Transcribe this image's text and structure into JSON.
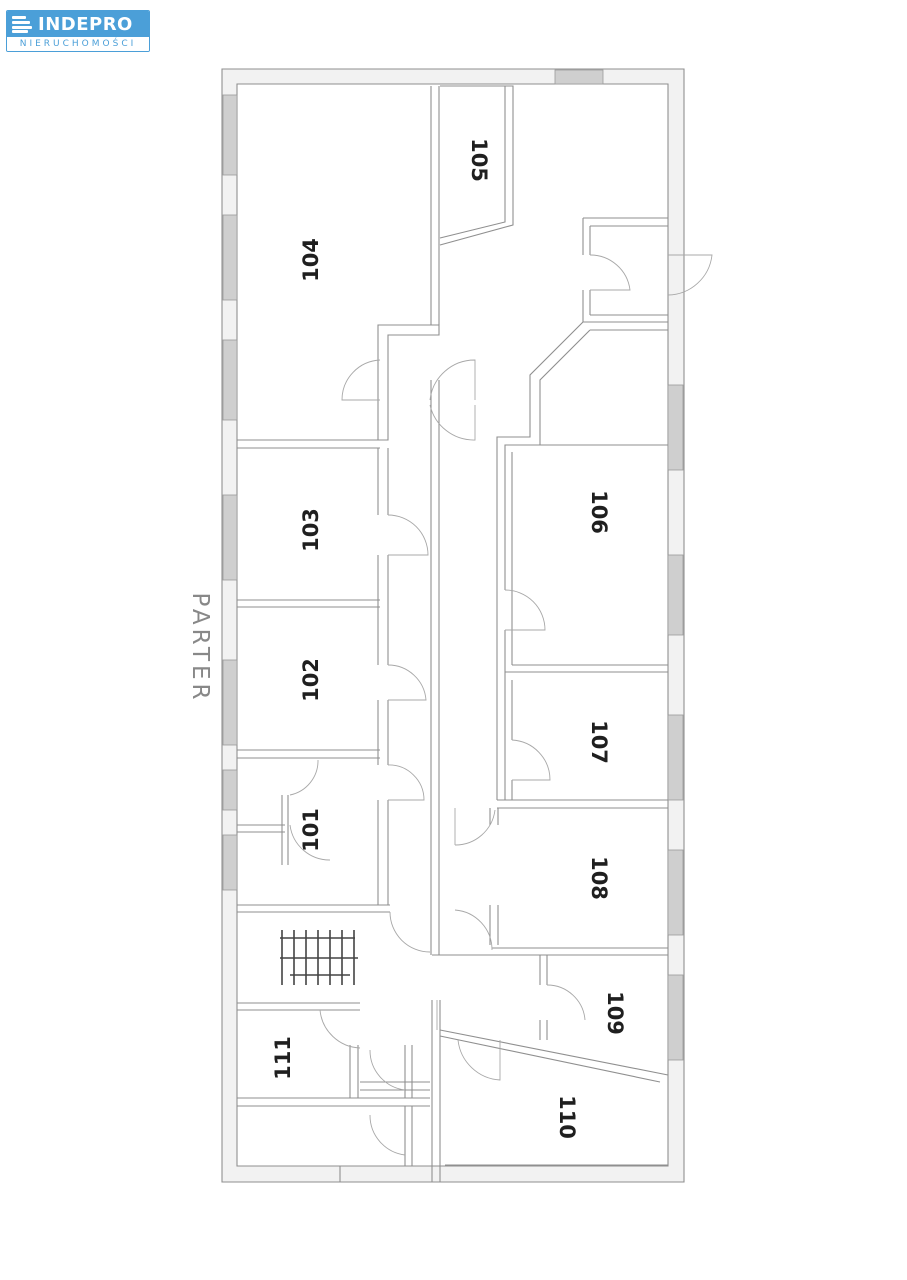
{
  "logo": {
    "name": "INDEPRO",
    "subtitle": "NIERUCHOMOŚCI",
    "colors": {
      "primary": "#4b9fd8",
      "text": "#ffffff",
      "sub_text": "#4b9fd8"
    }
  },
  "plan": {
    "floor_label": "PARTER",
    "rooms": [
      {
        "id": "104",
        "label": "104"
      },
      {
        "id": "105",
        "label": "105"
      },
      {
        "id": "103",
        "label": "103"
      },
      {
        "id": "106",
        "label": "106"
      },
      {
        "id": "102",
        "label": "102"
      },
      {
        "id": "107",
        "label": "107"
      },
      {
        "id": "101",
        "label": "101"
      },
      {
        "id": "108",
        "label": "108"
      },
      {
        "id": "109",
        "label": "109"
      },
      {
        "id": "111",
        "label": "111"
      },
      {
        "id": "110",
        "label": "110"
      }
    ]
  }
}
